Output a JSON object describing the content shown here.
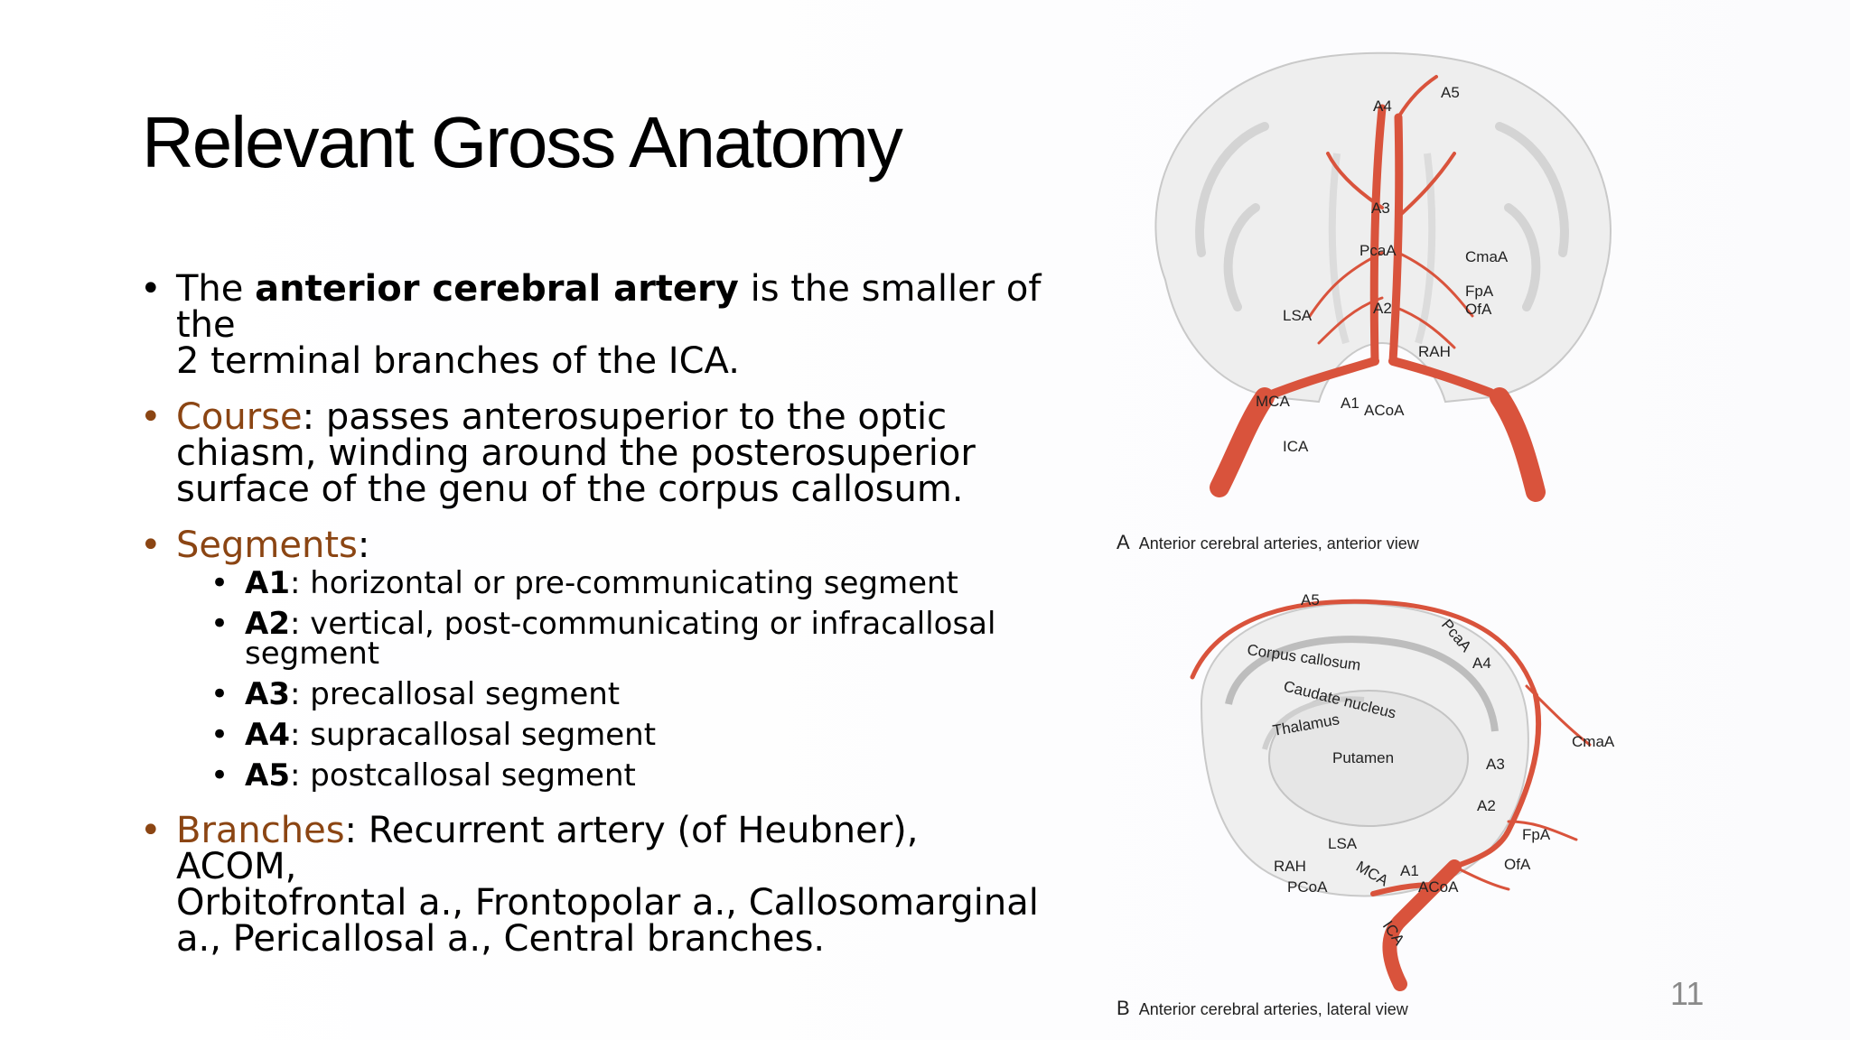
{
  "slide": {
    "title": "Relevant Gross Anatomy",
    "page_number": "11"
  },
  "bullets": {
    "b1": {
      "pre": "The ",
      "bold": "anterior cerebral artery",
      "post": " is the smaller of the",
      "line2": "2 terminal branches of the ICA."
    },
    "b2": {
      "keyword": "Course",
      "line1": ": passes anterosuperior to the optic",
      "line2": "chiasm, winding around the posterosuperior",
      "line3": "surface of the genu of the corpus callosum."
    },
    "b3": {
      "keyword": "Segments",
      "suffix": ":"
    },
    "segments": [
      {
        "label": "A1",
        "text": ": horizontal or pre-communicating segment"
      },
      {
        "label": "A2",
        "text": ": vertical, post-communicating or infracallosal",
        "line2": "segment"
      },
      {
        "label": "A3",
        "text": ": precallosal segment"
      },
      {
        "label": "A4",
        "text": ": supracallosal segment"
      },
      {
        "label": "A5",
        "text": ": postcallosal segment"
      }
    ],
    "b4": {
      "keyword": "Branches",
      "line1": ": Recurrent artery (of Heubner), ACOM,",
      "line2": "Orbitofrontal a., Frontopolar a., Callosomarginal",
      "line3": "a., Pericallosal a., Central branches."
    }
  },
  "figure_a": {
    "caption_letter": "A",
    "caption": "Anterior cerebral arteries, anterior view",
    "labels": {
      "a4": "A4",
      "a5": "A5",
      "a3": "A3",
      "pcaa": "PcaA",
      "cmaa": "CmaA",
      "fpa": "FpA",
      "ofa": "OfA",
      "lsa": "LSA",
      "a2": "A2",
      "rah": "RAH",
      "mca": "MCA",
      "a1": "A1",
      "acoa": "ACoA",
      "ica": "ICA"
    }
  },
  "figure_b": {
    "caption_letter": "B",
    "caption": "Anterior cerebral arteries, lateral view",
    "labels": {
      "a5": "A5",
      "corpus": "Corpus callosum",
      "pcaa": "PcaA",
      "a4": "A4",
      "caudate": "Caudate nucleus",
      "thalamus": "Thalamus",
      "putamen": "Putamen",
      "cmaa": "CmaA",
      "a3": "A3",
      "a2": "A2",
      "fpa": "FpA",
      "lsa": "LSA",
      "ofa": "OfA",
      "rah": "RAH",
      "mca": "MCA",
      "a1": "A1",
      "pcoa": "PCoA",
      "acoa": "ACoA",
      "ica": "ICA"
    }
  },
  "colors": {
    "accent_brown": "#8b4513",
    "artery_red": "#d9533c",
    "brain_gray": "#eeeeee"
  }
}
